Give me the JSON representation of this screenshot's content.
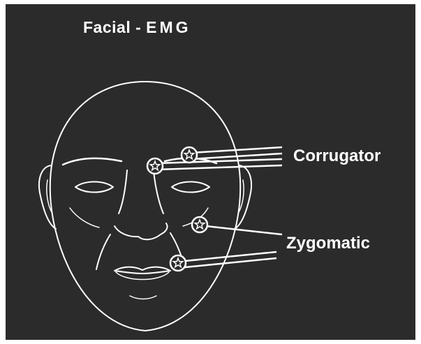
{
  "title": {
    "prefix": "Facial - ",
    "suffix": "EMG"
  },
  "labels": {
    "corrugator": "Corrugator",
    "zygomatic": "Zygomatic"
  },
  "colors": {
    "background": "#2b2b2b",
    "line": "#ffffff",
    "border": "#ffffff"
  },
  "electrode_icon": "star-in-circle"
}
